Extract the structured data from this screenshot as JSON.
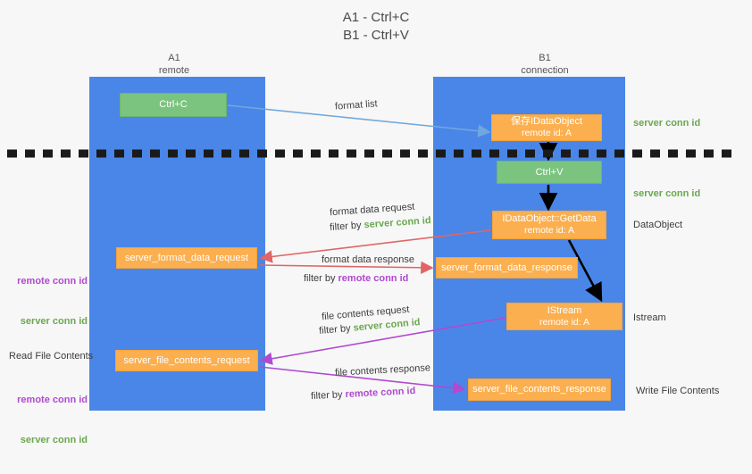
{
  "title": "A1 - Ctrl+C\nB1 - Ctrl+V",
  "lanes": [
    {
      "name": "A1",
      "sub": "remote",
      "header": "A1\nremote",
      "color": "#4a86e8"
    },
    {
      "name": "B1",
      "sub": "connection",
      "header": "B1\nconnection",
      "color": "#4a86e8"
    }
  ],
  "colors": {
    "lane": "#4a86e8",
    "green_box": "#7bc47f",
    "orange_box": "#fbaf4f",
    "server_conn_id": "#6aa84f",
    "remote_conn_id": "#b04ad0",
    "arrow_blue": "#6fa8dc",
    "arrow_red": "#e06666",
    "arrow_purple": "#b04ad0",
    "arrow_black": "#000000",
    "background": "#f7f7f7"
  },
  "boxes": {
    "ctrl_c": {
      "label": "Ctrl+C",
      "sub": ""
    },
    "ctrl_v": {
      "label": "Ctrl+V",
      "sub": ""
    },
    "idataobject": {
      "label": "保存IDataObject",
      "sub": "remote id: A"
    },
    "getdata": {
      "label": "IDataObject::GetData",
      "sub": "remote id: A"
    },
    "istream": {
      "label": "IStream",
      "sub": "remote id: A"
    },
    "server_format_data_request": {
      "label": "server_format_data_request"
    },
    "server_format_data_response": {
      "label": "server_format_data_response"
    },
    "server_file_contents_request": {
      "label": "server_file_contents_request"
    },
    "server_file_contents_response": {
      "label": "server_file_contents_response"
    }
  },
  "mid_labels": {
    "format_list": "format list",
    "format_data_request": "format data request",
    "filter_by": "filter by ",
    "server_conn_id": "server conn id",
    "remote_conn_id": "remote conn id",
    "format_data_response": "format data response",
    "file_contents_request": "file contents request",
    "file_contents_response": "file contents response"
  },
  "right_annotations": [
    {
      "text": "server conn id",
      "style": "green"
    },
    {
      "text": "server conn id",
      "style": "green"
    },
    {
      "text": "DataObject",
      "style": "plain"
    },
    {
      "text": "Istream",
      "style": "plain"
    },
    {
      "text": "Write File Contents",
      "style": "plain"
    }
  ],
  "left_annotations": {
    "block1": {
      "line1": "remote conn id",
      "line2": "server conn id"
    },
    "read_file_contents": "Read File Contents",
    "block2": {
      "line1": "remote conn id",
      "line2": "server conn id"
    }
  }
}
